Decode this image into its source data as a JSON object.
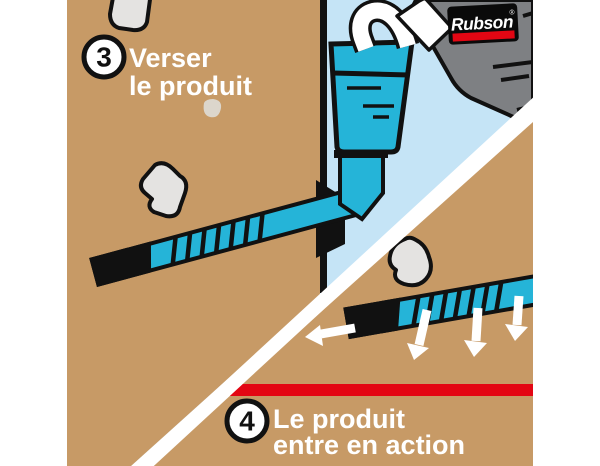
{
  "illustration": {
    "brand": {
      "logo_text": "Rubson",
      "registered_mark": "®"
    },
    "steps": [
      {
        "number": "3",
        "label_line1": "Verser",
        "label_line2": "le produit"
      },
      {
        "number": "4",
        "label_line1": "Le produit",
        "label_line2": "entre en action"
      }
    ]
  },
  "colors": {
    "wall": "#C79A66",
    "sky": "#C5E4F6",
    "product": "#25B4D8",
    "red": "#E30613",
    "bottle": "#7E8083",
    "stone": "#E4E3E1",
    "stone_faint": "#DCD6CC",
    "ink": "#111111"
  }
}
